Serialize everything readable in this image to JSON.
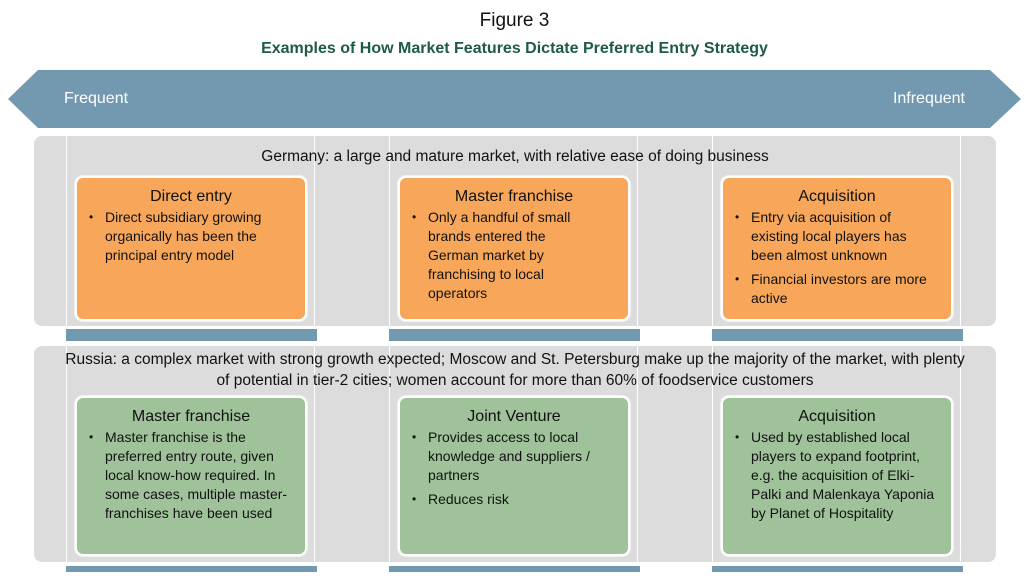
{
  "figure": {
    "title": "Figure 3",
    "subtitle": "Examples of How Market Features Dictate Preferred Entry Strategy"
  },
  "scale": {
    "left_label": "Frequent",
    "right_label": "Infrequent"
  },
  "colors": {
    "arrow": "#7399b1",
    "band": "#dcdcdc",
    "germany_card": "#f8a75a",
    "russia_card": "#9fc29a",
    "subtitle": "#1e5a46"
  },
  "germany": {
    "heading": "Germany: a large and mature market, with relative ease of doing business",
    "cards": [
      {
        "title": "Direct entry",
        "bullets": [
          "Direct subsidiary growing organically has been the principal entry model"
        ]
      },
      {
        "title": "Master franchise",
        "bullets": [
          "Only a handful of small brands entered the German market by franchising to local operators"
        ]
      },
      {
        "title": "Acquisition",
        "bullets": [
          "Entry via acquisition of existing local players has been almost unknown",
          "Financial investors are more active"
        ]
      }
    ]
  },
  "russia": {
    "heading": "Russia: a complex market with strong growth expected; Moscow and St. Petersburg make up the majority of the market, with plenty of potential in tier-2 cities; women account for more than 60% of foodservice customers",
    "cards": [
      {
        "title": "Master franchise",
        "bullets": [
          "Master franchise is the preferred entry route, given local know-how required. In some cases, multiple master-franchises have been used"
        ]
      },
      {
        "title": "Joint Venture",
        "bullets": [
          "Provides access to local knowledge and suppliers / partners",
          "Reduces risk"
        ]
      },
      {
        "title": "Acquisition",
        "bullets": [
          "Used by established local players to expand footprint, e.g. the acquisition of Elki-Palki and Malenkaya Yaponia by Planet of Hospitality"
        ]
      }
    ]
  }
}
